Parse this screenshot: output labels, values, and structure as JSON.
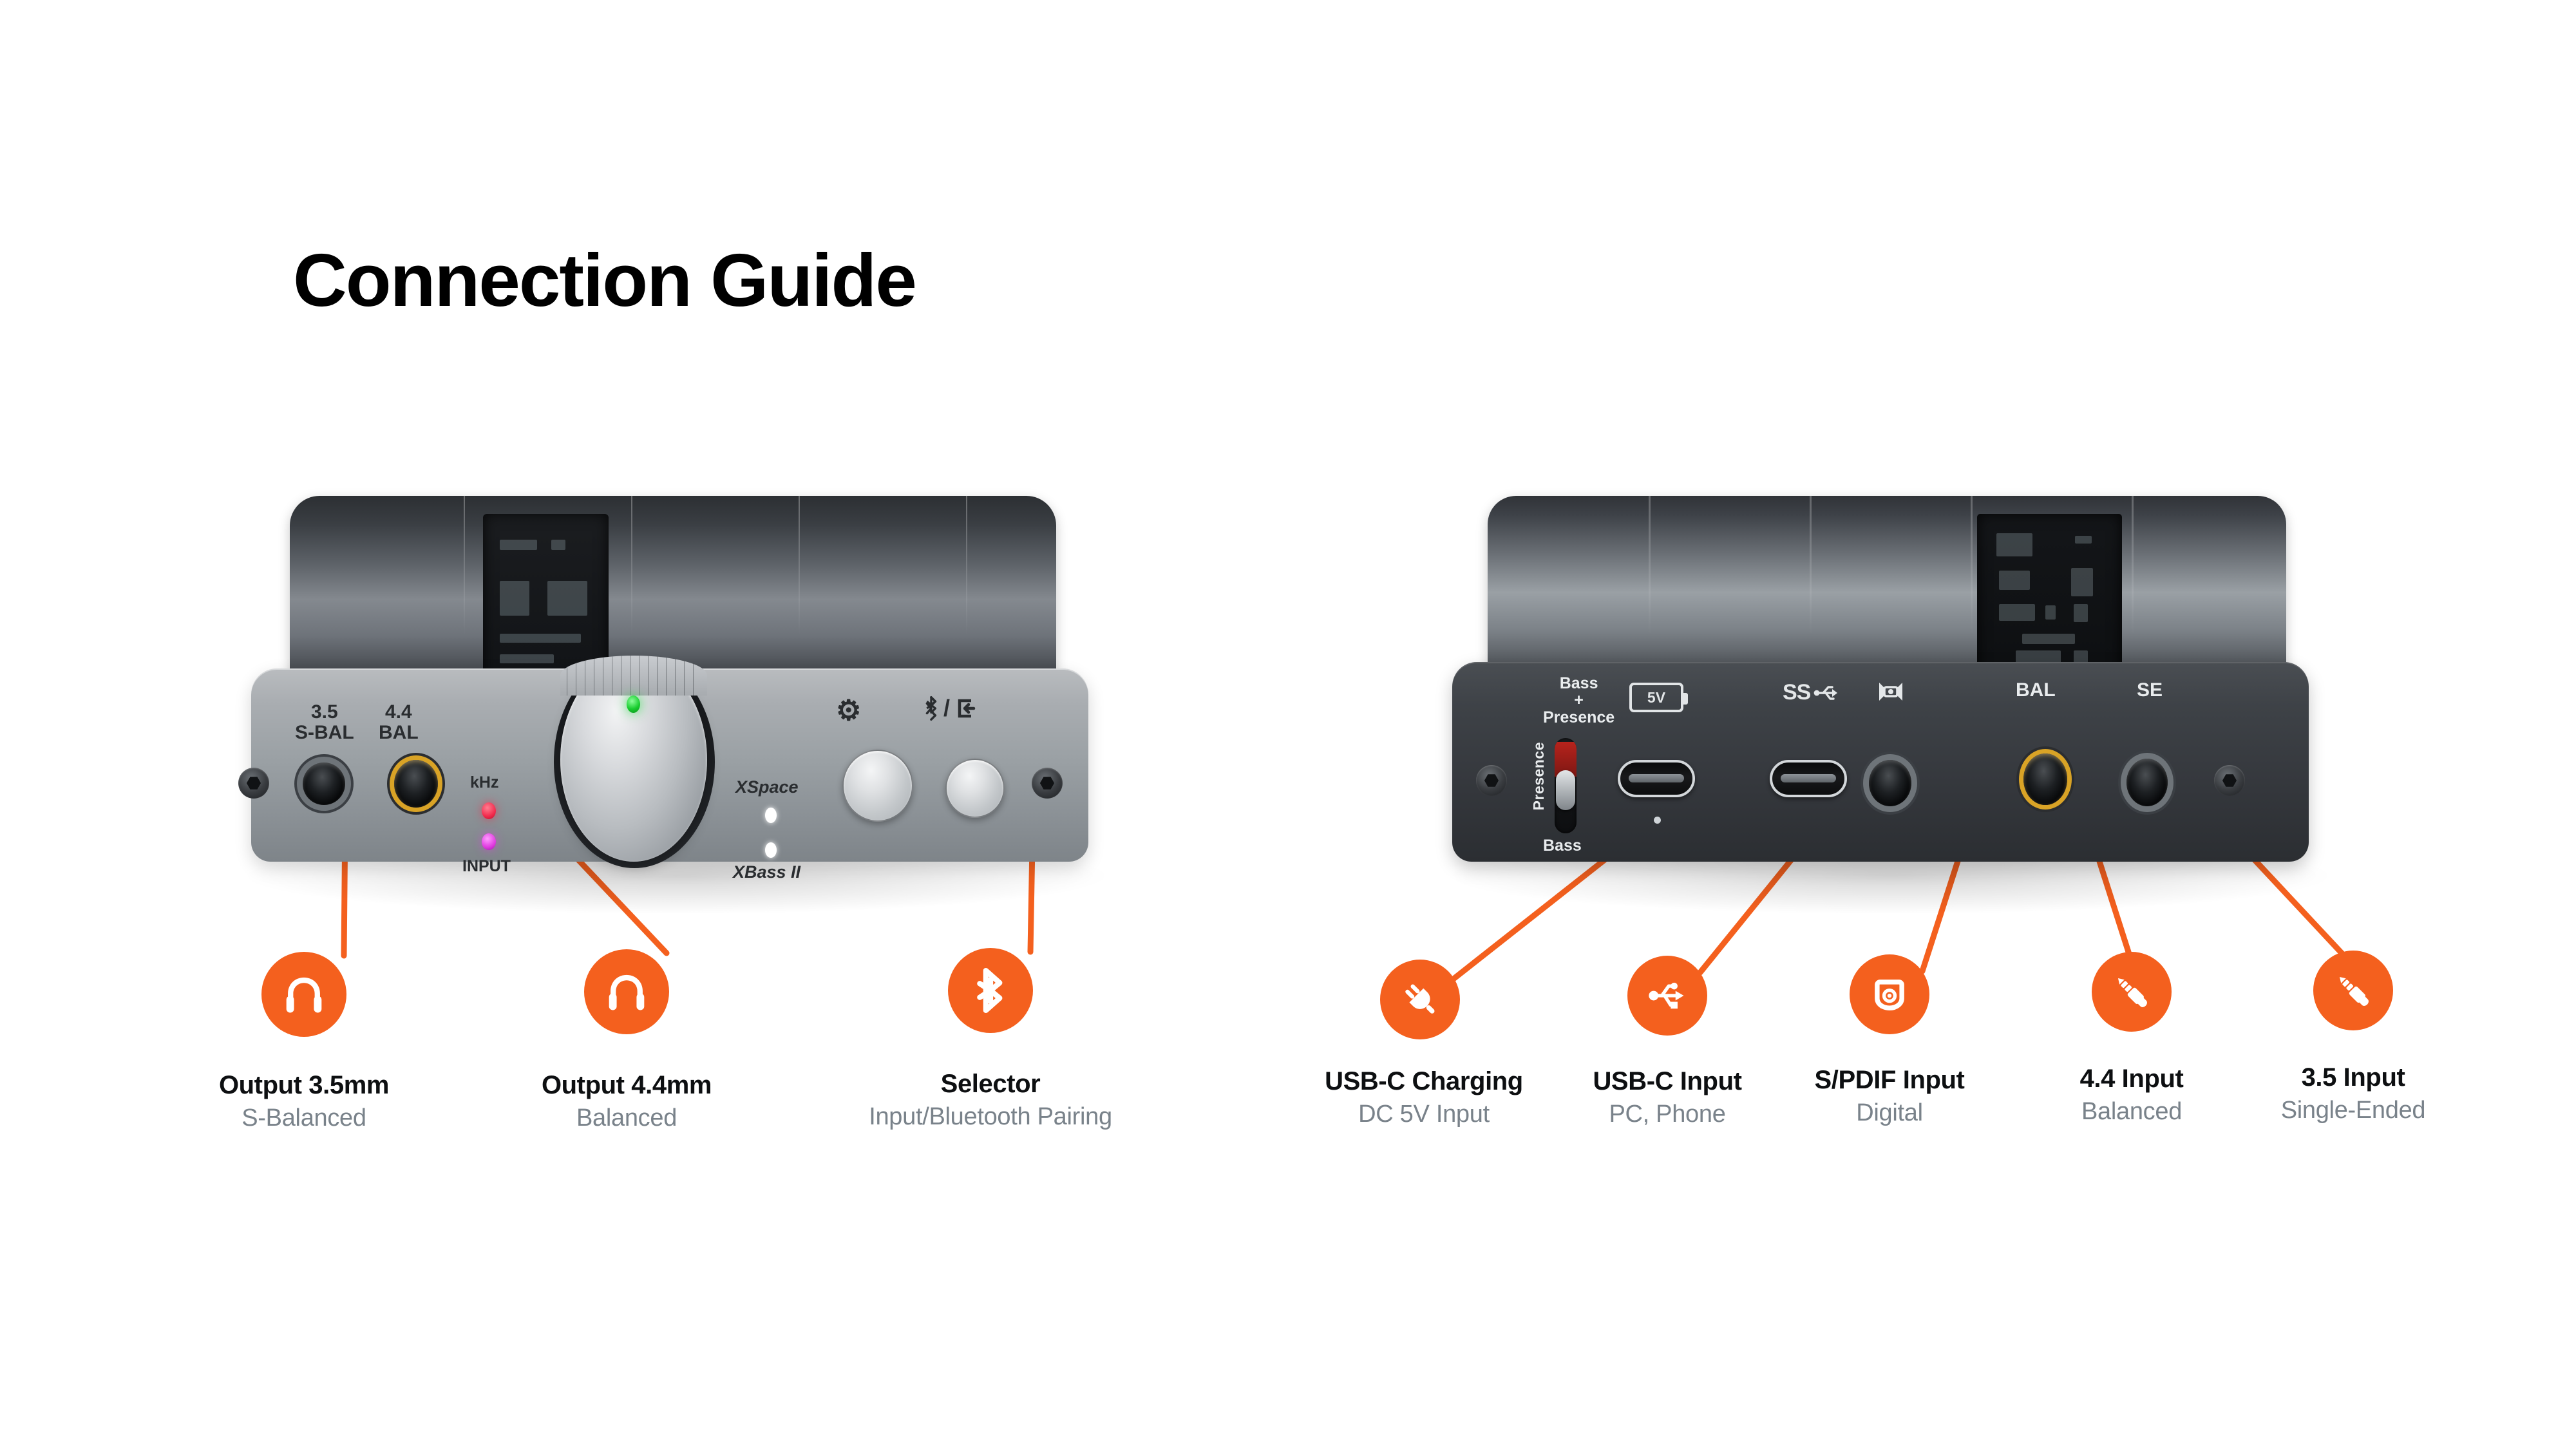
{
  "page": {
    "title": "Connection Guide",
    "accent_color": "#F4601E",
    "title_color": "#000000",
    "caption_title_color": "#0D0F11",
    "caption_sub_color": "#79828A",
    "background": "#FFFFFF"
  },
  "devices": [
    {
      "id": "front-panel",
      "name": "Portable DAC / Headphone Amplifier — Front Panel",
      "faceplate_color": "#9AA0A4",
      "labels": {
        "jack_35": "3.5\nS-BAL",
        "jack_35_line1": "3.5",
        "jack_35_line2": "S-BAL",
        "jack_44_line1": "4.4",
        "jack_44_line2": "BAL",
        "khz": "kHz",
        "input": "INPUT",
        "xspace": "XSpace",
        "xbass": "XBass II"
      },
      "icons": {
        "settings": "gear-icon",
        "bluetooth_input": "bluetooth-input-select-icon",
        "bluetooth_slash_input_text": "/"
      },
      "indicators": {
        "power_led_color": "#1ECC3C",
        "khz_led_color": "#F22A4C",
        "input_led_color": "#E03BE0",
        "xspace_led_color": "#FFFFFF",
        "xbass_led_color": "#FFFFFF"
      }
    },
    {
      "id": "rear-panel",
      "name": "Portable DAC / Headphone Amplifier — Rear Panel",
      "faceplate_color": "#3A3E43",
      "labels": {
        "toggle_top_line1": "Bass",
        "toggle_top_line2": "+",
        "toggle_top_line3": "Presence",
        "toggle_vertical": "Presence",
        "toggle_bottom": "Bass",
        "power_5v": "5V",
        "usb_ss": "SS",
        "spdif_icon_name": "optical-spdif-icon",
        "bal": "BAL",
        "se": "SE"
      }
    }
  ],
  "callouts_left": [
    {
      "icon": "headphones-icon",
      "title": "Output 3.5mm",
      "subtitle": "S-Balanced"
    },
    {
      "icon": "headphones-icon",
      "title": "Output 4.4mm",
      "subtitle": "Balanced"
    },
    {
      "icon": "bluetooth-icon",
      "title": "Selector",
      "subtitle": "Input/Bluetooth Pairing"
    }
  ],
  "callouts_right": [
    {
      "icon": "power-plug-icon",
      "title": "USB-C Charging",
      "subtitle": "DC 5V Input"
    },
    {
      "icon": "usb-icon",
      "title": "USB-C Input",
      "subtitle": "PC, Phone"
    },
    {
      "icon": "optical-spdif-icon",
      "title": "S/PDIF Input",
      "subtitle": "Digital"
    },
    {
      "icon": "audio-jack-icon",
      "title": "4.4 Input",
      "subtitle": "Balanced"
    },
    {
      "icon": "audio-jack-icon",
      "title": "3.5 Input",
      "subtitle": "Single-Ended"
    }
  ]
}
